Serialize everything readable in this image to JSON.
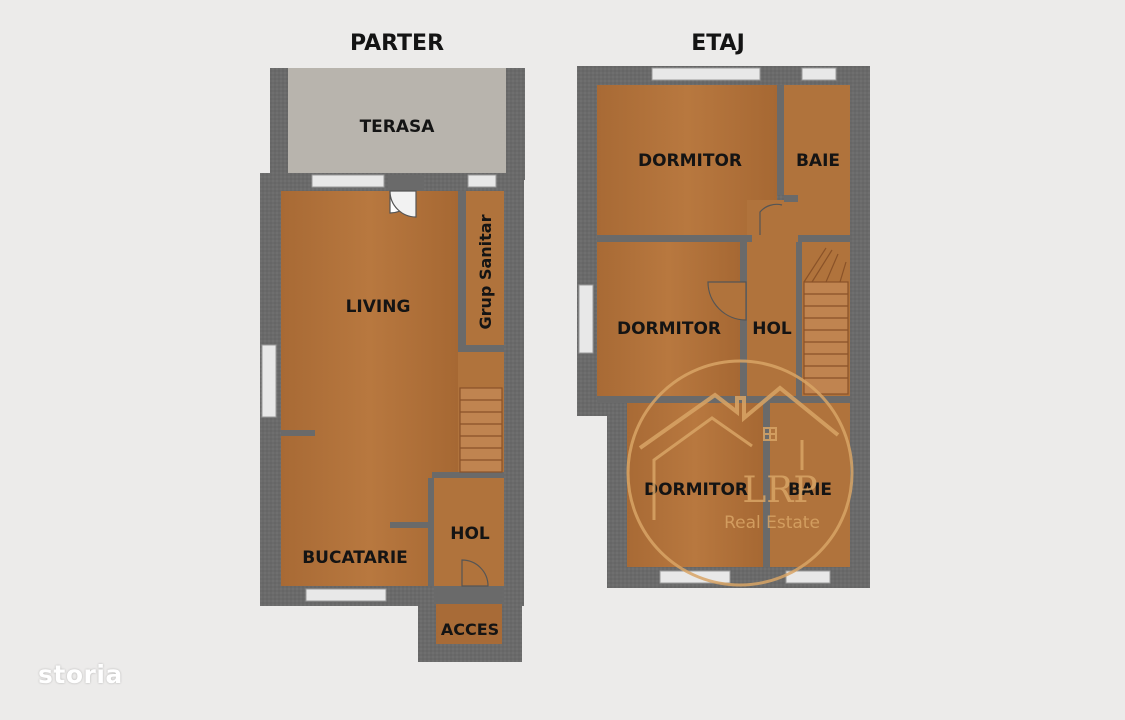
{
  "floors": {
    "parter": "PARTER",
    "etaj": "ETAJ"
  },
  "rooms": {
    "terasa": "TERASA",
    "living": "LIVING",
    "grup_sanitar": "Grup Sanitar",
    "bucatarie": "BUCATARIE",
    "hol_parter": "HOL",
    "acces": "ACCES",
    "dormitor_1": "DORMITOR",
    "baie_1": "BAIE",
    "dormitor_2": "DORMITOR",
    "hol_etaj": "HOL",
    "dormitor_3": "DORMITOR",
    "baie_2": "BAIE"
  },
  "watermark": {
    "initials": "LRP",
    "name": "Real Estate"
  },
  "brand": "storia",
  "colors": {
    "wall": "#6b6b6b",
    "floor": "#b0733c",
    "terrace": "#b8b4ad",
    "background": "#ecebea",
    "watermark": "#d9a566"
  }
}
